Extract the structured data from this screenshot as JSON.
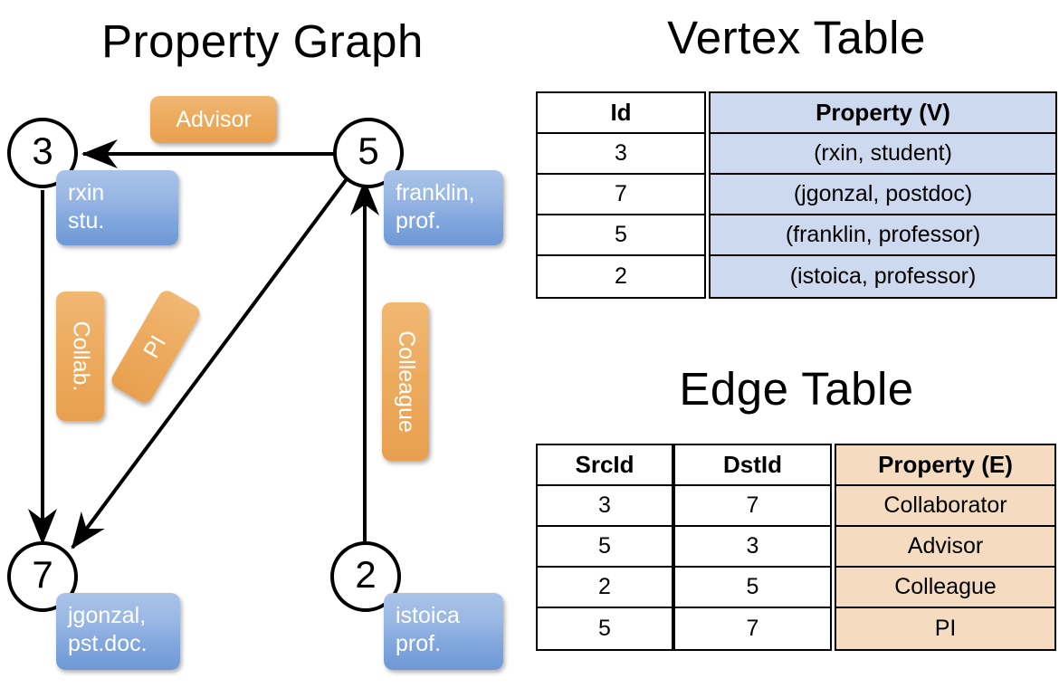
{
  "titles": {
    "graph": "Property Graph",
    "vertex_table": "Vertex Table",
    "edge_table": "Edge Table"
  },
  "colors": {
    "vertex_property_fill": "#ccd9ee",
    "edge_property_fill": "#f5dcc1",
    "node_property_box": "#7fa5dd",
    "edge_label_box": "#eaa css",
    "edge_label_box_hex": "#e8a04f",
    "stroke": "#000000",
    "background": "#ffffff"
  },
  "graph": {
    "nodes": [
      {
        "id": "3",
        "property_lines": [
          "rxin",
          "stu."
        ]
      },
      {
        "id": "5",
        "property_lines": [
          "franklin,",
          "prof."
        ]
      },
      {
        "id": "7",
        "property_lines": [
          "jgonzal,",
          "pst.doc."
        ]
      },
      {
        "id": "2",
        "property_lines": [
          "istoica",
          "prof."
        ]
      }
    ],
    "edge_labels": [
      {
        "name": "advisor",
        "text": "Advisor"
      },
      {
        "name": "collab",
        "text": "Collab."
      },
      {
        "name": "pi",
        "text": "PI"
      },
      {
        "name": "colleague",
        "text": "Colleague"
      }
    ],
    "edges": [
      {
        "src": "5",
        "dst": "3",
        "label": "Advisor"
      },
      {
        "src": "3",
        "dst": "7",
        "label": "Collab."
      },
      {
        "src": "5",
        "dst": "7",
        "label": "PI"
      },
      {
        "src": "2",
        "dst": "5",
        "label": "Colleague"
      }
    ]
  },
  "vertex_table": {
    "headers": [
      "Id",
      "Property (V)"
    ],
    "rows": [
      {
        "id": "3",
        "property": "(rxin, student)"
      },
      {
        "id": "7",
        "property": "(jgonzal, postdoc)"
      },
      {
        "id": "5",
        "property": "(franklin, professor)"
      },
      {
        "id": "2",
        "property": "(istoica, professor)"
      }
    ]
  },
  "edge_table": {
    "headers": [
      "SrcId",
      "DstId",
      "Property (E)"
    ],
    "rows": [
      {
        "src": "3",
        "dst": "7",
        "property": "Collaborator"
      },
      {
        "src": "5",
        "dst": "3",
        "property": "Advisor"
      },
      {
        "src": "2",
        "dst": "5",
        "property": "Colleague"
      },
      {
        "src": "5",
        "dst": "7",
        "property": "PI"
      }
    ]
  }
}
